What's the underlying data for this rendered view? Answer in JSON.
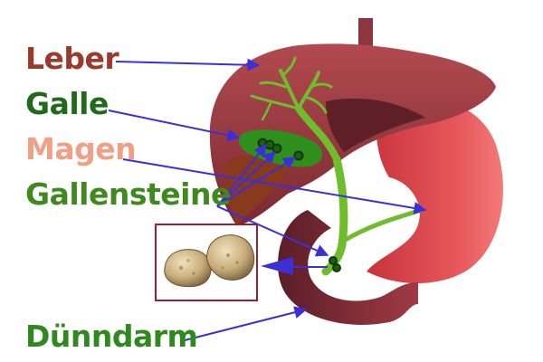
{
  "labels": {
    "leber": "Leber",
    "galle": "Galle",
    "magen": "Magen",
    "gallensteine": "Gallensteine",
    "duenndarm": "Dünndarm"
  },
  "colors": {
    "leber": "#9b3a2c",
    "galle": "#1f6b1a",
    "magen": "#f0a084",
    "gallensteine": "#3f8a1e",
    "duenndarm": "#2f8a1e",
    "arrows": "#3b2fd6",
    "liver": "#9c3f45",
    "stomach": "#e85a5e",
    "intestine": "#8a2f3a",
    "bile": "#7ed321",
    "inset_frame": "#9c1f2a"
  }
}
